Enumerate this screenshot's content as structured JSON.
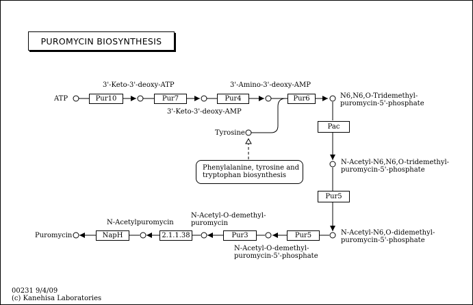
{
  "title": "PUROMYCIN BIOSYNTHESIS",
  "enzymes": {
    "pur10": "Pur10",
    "pur7": "Pur7",
    "pur4": "Pur4",
    "pur6": "Pur6",
    "pac": "Pac",
    "pur5_vertical": "Pur5",
    "pur5_bottom": "Pur5",
    "pur3": "Pur3",
    "ec_2_1_1_38": "2.1.1.38",
    "naph": "NapH"
  },
  "compounds": {
    "atp": "ATP",
    "keto_deoxy_atp": "3'-Keto-3'-deoxy-ATP",
    "keto_deoxy_amp": "3'-Keto-3'-deoxy-AMP",
    "amino_deoxy_amp": "3'-Amino-3'-deoxy-AMP",
    "tridemethyl": "N6,N6,O-Tridemethyl-\npuromycin-5'-phosphate",
    "tyrosine": "Tyrosine",
    "acetyl_tridemethyl": "N-Acetyl-N6,N6,O-tridemethyl-\npuromycin-5'-phosphate",
    "acetyl_didemethyl": "N-Acetyl-N6,O-didemethyl-\npuromycin-5'-phosphate",
    "acetyl_odemethyl_phosphate": "N-Acetyl-O-demethyl-\npuromycin-5'-phosphate",
    "acetyl_odemethyl": "N-Acetyl-O-demethyl-\npuromycin",
    "acetylpuromycin": "N-Acetylpuromycin",
    "puromycin": "Puromycin"
  },
  "linked_map": "Phenylalanine, tyrosine and\ntryptophan biosynthesis",
  "footer": {
    "map_id_date": "00231 9/4/09",
    "copyright": "(c) Kanehisa Laboratories"
  }
}
